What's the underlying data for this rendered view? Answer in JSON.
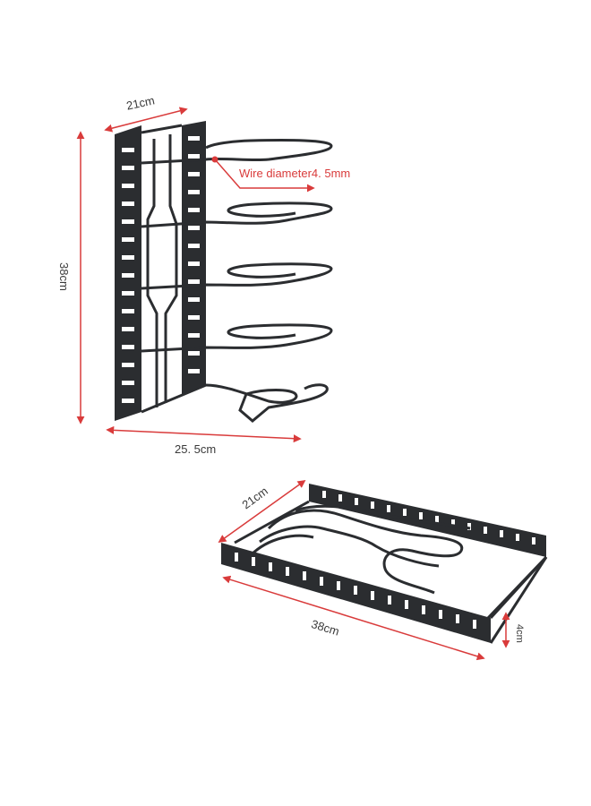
{
  "colors": {
    "background": "#ffffff",
    "metal": "#2b2d30",
    "dimension_red": "#d93b3b",
    "label_text": "#3a3a3a",
    "slot": "#ffffff"
  },
  "upright_rack": {
    "width_label": "21cm",
    "height_label": "38cm",
    "depth_label": "25. 5cm",
    "wire_label": "Wire diameter4. 5mm"
  },
  "flat_rack": {
    "width_label": "21cm",
    "length_label": "38cm",
    "height_label": "4cm"
  }
}
